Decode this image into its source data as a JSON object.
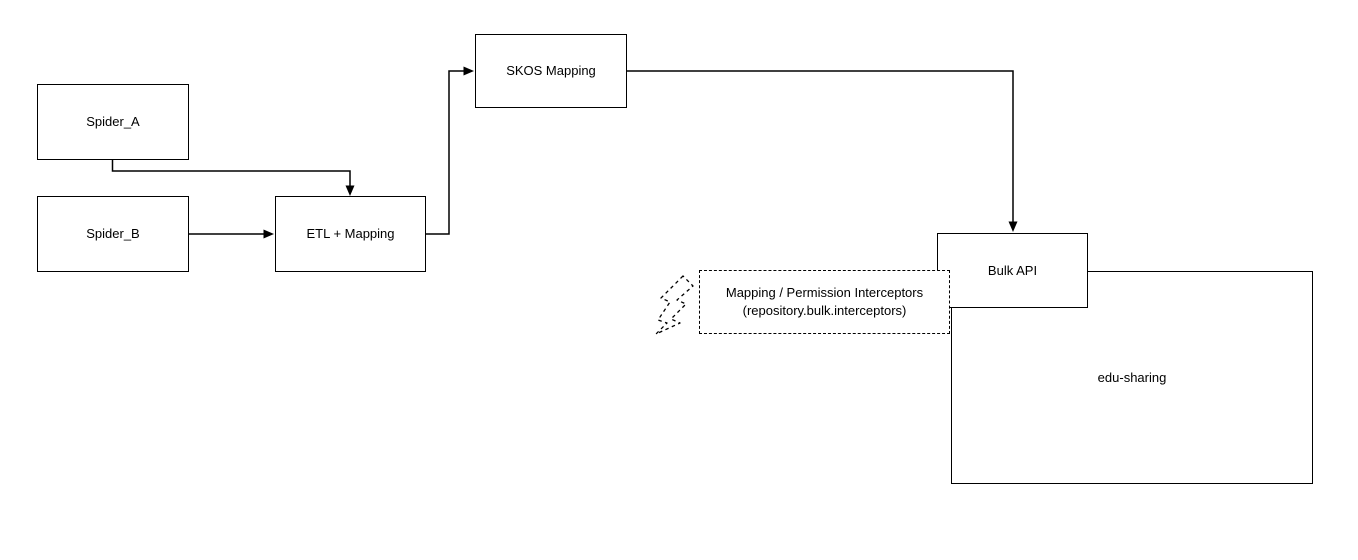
{
  "diagram": {
    "type": "flowchart",
    "background_color": "#ffffff",
    "stroke_color": "#000000",
    "text_color": "#000000",
    "nodes": {
      "spider_a": {
        "label": "Spider_A",
        "shape": "rectangle"
      },
      "spider_b": {
        "label": "Spider_B",
        "shape": "rectangle"
      },
      "etl_mapping": {
        "label": "ETL + Mapping",
        "shape": "rectangle"
      },
      "skos_mapping": {
        "label": "SKOS Mapping",
        "shape": "rectangle"
      },
      "bulk_api": {
        "label": "Bulk API",
        "shape": "rectangle"
      },
      "interceptors": {
        "line1": "Mapping / Permission Interceptors",
        "line2": "(repository.bulk.interceptors)",
        "shape": "dashed-rectangle"
      },
      "edu_sharing": {
        "label": "edu-sharing",
        "shape": "rectangle-container"
      }
    },
    "edges": [
      {
        "from": "spider_a",
        "to": "etl_mapping",
        "arrow": "filled-triangle",
        "routing": "orthogonal"
      },
      {
        "from": "spider_b",
        "to": "etl_mapping",
        "arrow": "filled-triangle",
        "routing": "straight"
      },
      {
        "from": "etl_mapping",
        "to": "skos_mapping",
        "arrow": "filled-triangle",
        "routing": "orthogonal"
      },
      {
        "from": "skos_mapping",
        "to": "bulk_api",
        "arrow": "filled-triangle",
        "routing": "orthogonal"
      }
    ],
    "icons": {
      "lightning": "lightning-bolt-dashed-outline"
    }
  }
}
